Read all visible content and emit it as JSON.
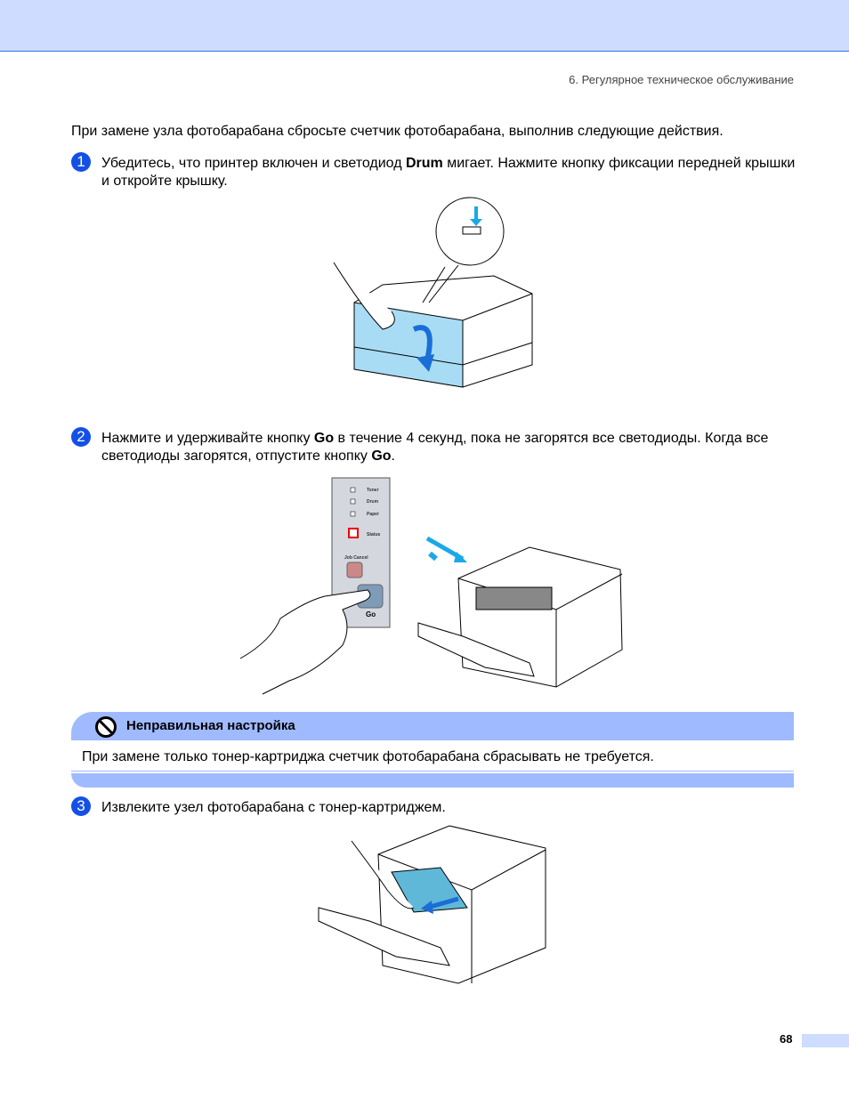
{
  "header": {
    "chapter": "6. Регулярное техническое обслуживание"
  },
  "intro": "При замене узла фотобарабана сбросьте счетчик фотобарабана, выполнив следующие действия.",
  "steps": [
    {
      "num": "1",
      "pre": "Убедитесь, что принтер включен и светодиод ",
      "bold": "Drum",
      "post": " мигает. Нажмите кнопку фиксации передней крышки и откройте крышку."
    },
    {
      "num": "2",
      "pre": "Нажмите и удерживайте кнопку ",
      "bold": "Go",
      "mid": " в течение 4 секунд, пока не загорятся все светодиоды. Когда все светодиоды загорятся, отпустите кнопку ",
      "bold2": "Go",
      "post": "."
    },
    {
      "num": "3",
      "text": "Извлеките узел фотобарабана с тонер-картриджем."
    }
  ],
  "panel": {
    "toner": "Toner",
    "drum": "Drum",
    "paper": "Paper",
    "status": "Status",
    "job_cancel": "Job Cancel",
    "go": "Go"
  },
  "note": {
    "icon": "prohibited-icon",
    "title": "Неправильная настройка",
    "body": "При замене только тонер-картриджа счетчик фотобарабана сбрасывать не требуется."
  },
  "footer": {
    "page": "68"
  }
}
